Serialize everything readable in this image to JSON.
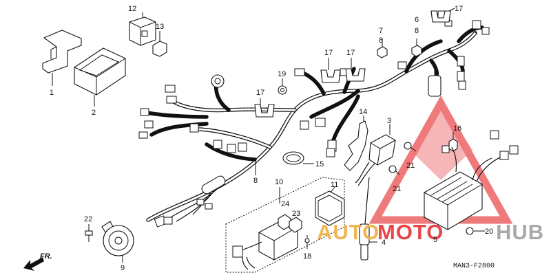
{
  "callouts": {
    "n1": "1",
    "n2": "2",
    "n3": "3",
    "n4": "4",
    "n5": "5",
    "n6": "6",
    "n7": "7",
    "n8_top_left": "8",
    "n8_top_right": "8",
    "n8_harness": "8",
    "n9": "9",
    "n10": "10",
    "n11": "11",
    "n12": "12",
    "n13": "13",
    "n14": "14",
    "n15": "15",
    "n16": "16",
    "n17_a": "17",
    "n17_b": "17",
    "n17_c": "17",
    "n17_d": "17",
    "n18": "18",
    "n19": "19",
    "n20": "20",
    "n21_a": "21",
    "n21_b": "21",
    "n22": "22",
    "n23": "23",
    "n24": "24"
  },
  "direction_label": "FR.",
  "diagram_code": "MAN3-F2800",
  "watermark": {
    "left": "AUTO",
    "mid": "MOTO",
    "right": "HUB",
    "color_orange": "#f2b552",
    "color_red": "#e8474a",
    "color_gray": "#a9a9a9"
  },
  "icons": [
    "direction-arrow-icon",
    "watermark-triangle-icon"
  ]
}
